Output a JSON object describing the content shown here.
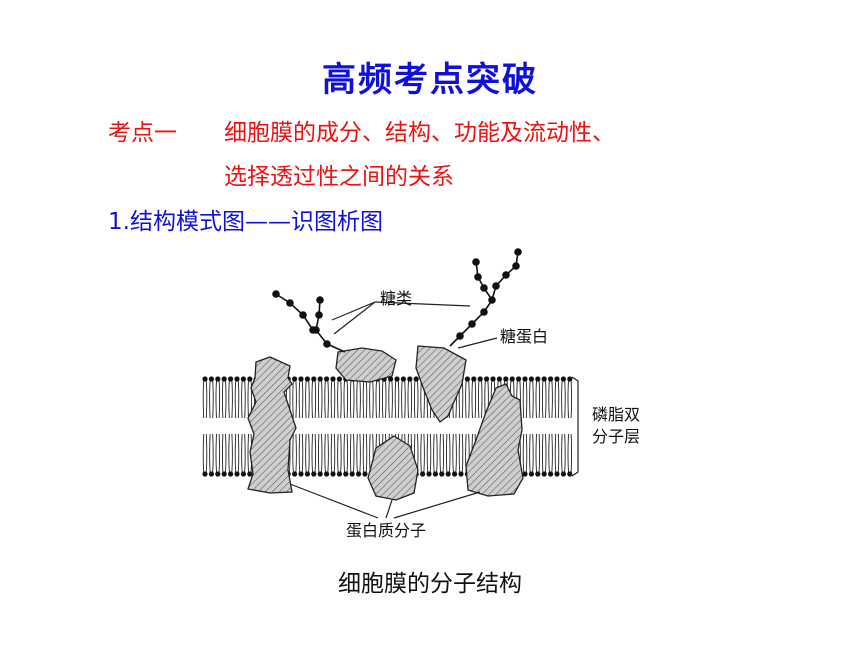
{
  "title": "高频考点突破",
  "kaodian": {
    "label": "考点一",
    "line1": "细胞膜的成分、结构、功能及流动性、",
    "line2": "选择透过性之间的关系"
  },
  "subhead": "1.结构模式图——识图析图",
  "diagram": {
    "label_sugar": "糖类",
    "label_glycoprotein": "糖蛋白",
    "label_bilayer_1": "磷脂双",
    "label_bilayer_2": "分子层",
    "label_protein": "蛋白质分子"
  },
  "caption": "细胞膜的分子结构",
  "colors": {
    "title": "#1010d8",
    "highlight": "#ee1111",
    "subhead": "#1010d8"
  }
}
